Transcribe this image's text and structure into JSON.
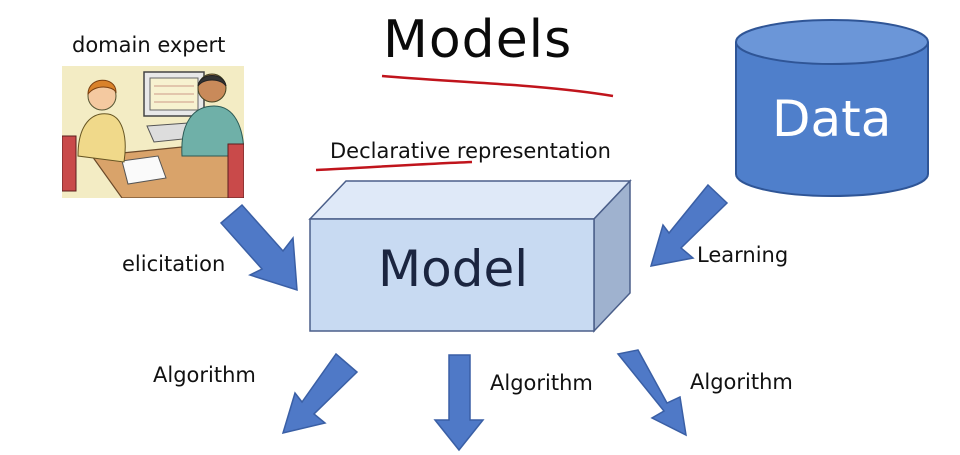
{
  "title": "Models",
  "subtitle": "Declarative representation",
  "nodes": {
    "domain_expert": "domain expert",
    "model": "Model",
    "data": "Data"
  },
  "edges": {
    "elicitation": "elicitation",
    "learning": "Learning",
    "algorithm_left": "Algorithm",
    "algorithm_middle": "Algorithm",
    "algorithm_right": "Algorithm"
  },
  "colors": {
    "arrow_fill": "#4f79c7",
    "arrow_stroke": "#3a5fa5",
    "model_box_front": "#c8daf2",
    "model_box_stroke": "#4b5f8a",
    "database_fill": "#4f7fcb",
    "underline": "#c0141c"
  }
}
